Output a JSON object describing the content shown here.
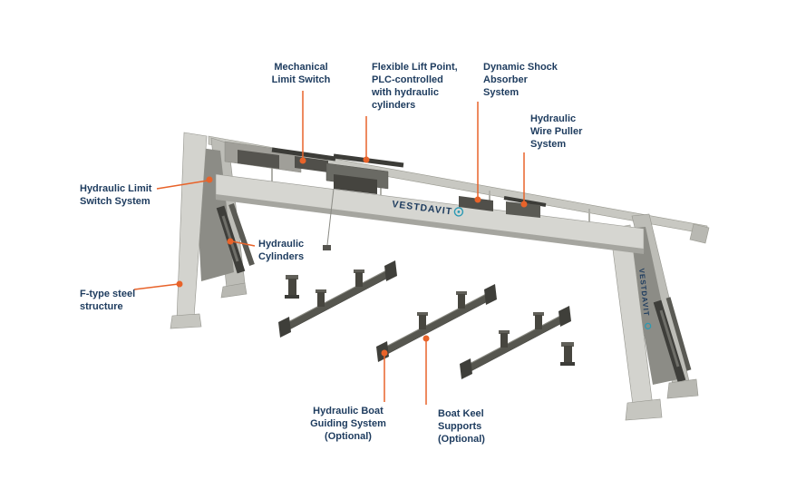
{
  "brand": {
    "name": "VESTDAVIT"
  },
  "colors": {
    "accent_orange": "#E8632A",
    "label_navy": "#1D3B5E",
    "logo_teal": "#2A9AB4",
    "structure_light": "#D3D3CE",
    "structure_mid": "#BDBDB7",
    "structure_panel": "#8C8C86",
    "structure_dark": "#4C4C47",
    "background": "#FFFFFF"
  },
  "callouts": [
    {
      "id": "mechanical-limit-switch",
      "text": "Mechanical\nLimit Switch"
    },
    {
      "id": "flexible-lift-point",
      "text": "Flexible Lift Point,\nPLC-controlled\nwith hydraulic\ncylinders"
    },
    {
      "id": "dynamic-shock-absorber",
      "text": "Dynamic Shock\nAbsorber\nSystem"
    },
    {
      "id": "hydraulic-wire-puller",
      "text": "Hydraulic\nWire Puller\nSystem"
    },
    {
      "id": "hydraulic-limit-switch-system",
      "text": "Hydraulic Limit\nSwitch System"
    },
    {
      "id": "hydraulic-cylinders",
      "text": "Hydraulic\nCylinders"
    },
    {
      "id": "f-type-steel-structure",
      "text": "F-type steel\nstructure"
    },
    {
      "id": "hydraulic-boat-guiding-system",
      "text": "Hydraulic Boat\nGuiding System\n(Optional)"
    },
    {
      "id": "boat-keel-supports",
      "text": "Boat Keel\nSupports\n(Optional)"
    }
  ]
}
